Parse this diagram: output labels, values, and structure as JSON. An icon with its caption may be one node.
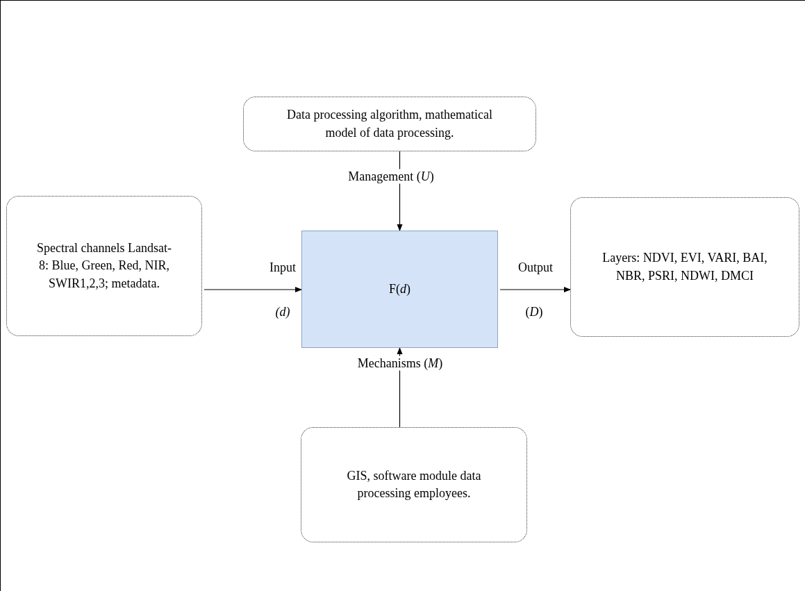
{
  "diagram": {
    "nodes": [
      {
        "text": [
          "Data processing algorithm, mathematical model of data processing."
        ]
      },
      {
        "text": [
          "Spectral channels Landsat-8: Blue, Green, Red, NIR, SWIR1,2,3; metadata."
        ]
      },
      {
        "text": [
          "F(*d*)"
        ]
      },
      {
        "text": [
          "Layers: NDVI, EVI, VARI, BAI, NBR, PSRI, NDWI, DMCI"
        ]
      },
      {
        "text": [
          "GIS, software module data processing employees."
        ]
      }
    ],
    "edges": [
      {
        "from": 0,
        "to": 2,
        "arrow": "to",
        "label": "Management (*U*)"
      },
      {
        "from": 4,
        "to": 2,
        "arrow": "to",
        "label": "Mechanisms (*M*)"
      },
      {
        "from": 1,
        "to": 2,
        "arrow": "to",
        "label": "Input"
      },
      {
        "from": 2,
        "to": 3,
        "arrow": "to",
        "label": "Output"
      }
    ],
    "labels": [
      "*(d)*",
      "(*D*)"
    ]
  }
}
